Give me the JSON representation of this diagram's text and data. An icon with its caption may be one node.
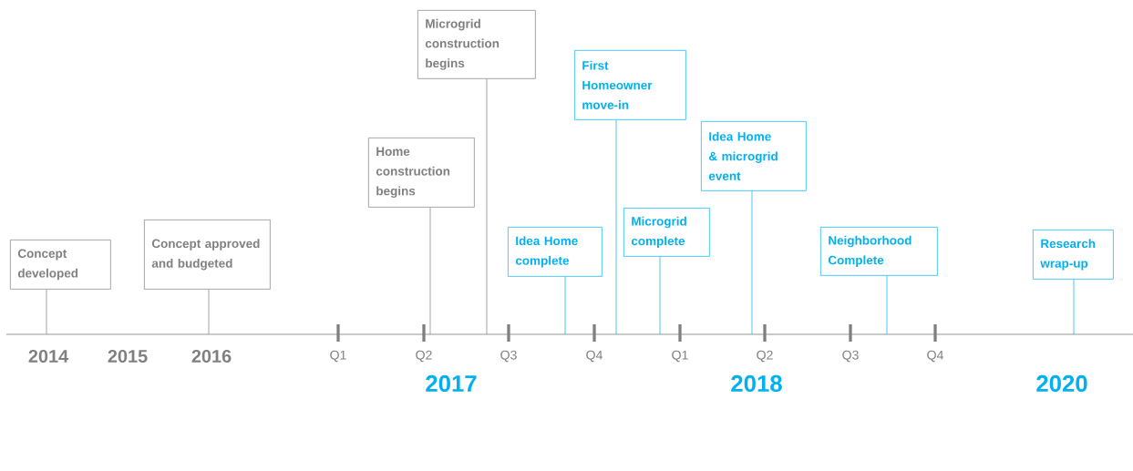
{
  "diagram": {
    "nodes": [
      {
        "text": [
          "Concept developed"
        ]
      },
      {
        "text": [
          "Concept approved and budgeted"
        ]
      },
      {
        "text": [
          "Home construction begins"
        ]
      },
      {
        "text": [
          "Microgrid construction begins"
        ]
      },
      {
        "text": [
          "Idea Home complete"
        ]
      },
      {
        "text": [
          "First Homeowner move-in"
        ]
      },
      {
        "text": [
          "Microgrid complete"
        ]
      },
      {
        "text": [
          "Idea Home & microgrid event"
        ]
      },
      {
        "text": [
          "Neighborhood Complete"
        ]
      },
      {
        "text": [
          "Research wrap-up"
        ]
      }
    ],
    "edges": [
      {
        "from": 0,
        "to": null,
        "arrow": "none",
        "color": "#7f7f7f"
      },
      {
        "from": 1,
        "to": null,
        "arrow": "none",
        "color": "#7f7f7f"
      },
      {
        "from": 2,
        "to": null,
        "arrow": "none",
        "color": "#7f7f7f"
      },
      {
        "from": 3,
        "to": null,
        "arrow": "none",
        "color": "#7f7f7f"
      },
      {
        "from": 4,
        "to": null,
        "arrow": "none"
      },
      {
        "from": 5,
        "to": null,
        "arrow": "none"
      },
      {
        "from": 6,
        "to": null,
        "arrow": "none"
      },
      {
        "from": 7,
        "to": null,
        "arrow": "none"
      },
      {
        "from": 8,
        "to": null,
        "arrow": "none"
      },
      {
        "from": 9,
        "to": null,
        "arrow": "none"
      }
    ],
    "labels": [
      "2014",
      "2015",
      "2016",
      "Q1",
      "Q2",
      "Q3",
      "Q4",
      "Q1",
      "Q2",
      "Q3",
      "Q4",
      "2017",
      "2018",
      "2020"
    ]
  }
}
